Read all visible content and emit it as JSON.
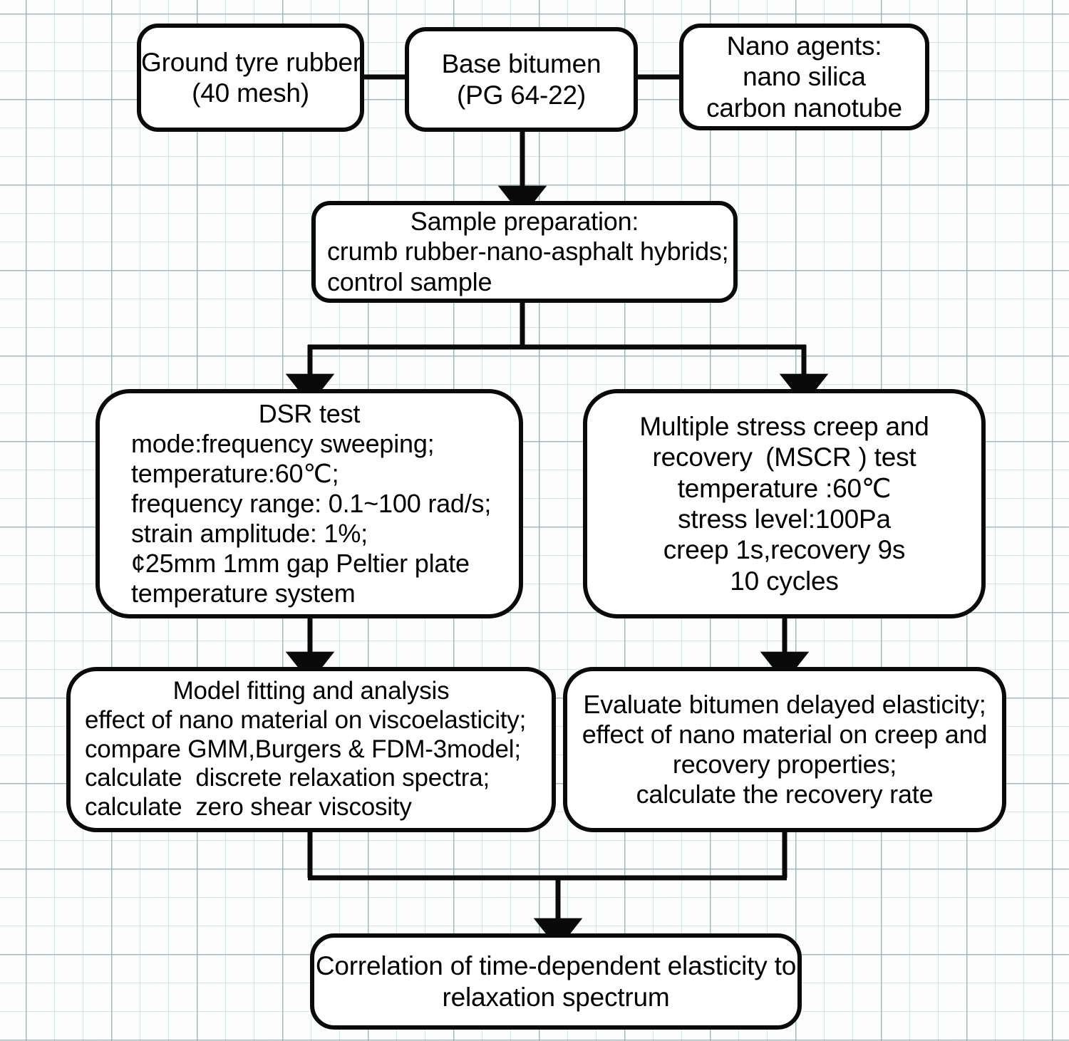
{
  "diagram": {
    "title": "Experimental flowchart: crumb rubber-nano-asphalt hybrid characterisation",
    "background": {
      "grid_minor_color": "#c4dcd8",
      "grid_major_color": "#8eaaaa",
      "paper_color": "#fdfdfd"
    },
    "stroke_color": "#0a0a0a",
    "nodes": {
      "ground_tyre_rubber": {
        "lines": [
          "Ground tyre rubber",
          "(40 mesh)"
        ]
      },
      "base_bitumen": {
        "lines": [
          "Base bitumen",
          "(PG 64-22)"
        ]
      },
      "nano_agents": {
        "lines": [
          "Nano agents:",
          "nano silica",
          "carbon nanotube"
        ]
      },
      "sample_preparation": {
        "title": "Sample preparation:",
        "lines": [
          "crumb rubber-nano-asphalt hybrids;",
          "control sample"
        ]
      },
      "dsr_test": {
        "title": "DSR test",
        "lines": [
          "mode:frequency sweeping;",
          "temperature:60℃;",
          "frequency range: 0.1~100 rad/s;",
          "strain amplitude: 1%;",
          "¢25mm 1mm gap Peltier plate",
          "temperature system"
        ]
      },
      "mscr_test": {
        "lines": [
          "Multiple stress creep and",
          "recovery (MSCR ) test",
          "temperature :60℃",
          "stress level:100Pa",
          "creep 1s,recovery 9s",
          "10 cycles"
        ]
      },
      "model_fitting": {
        "title": "Model fitting and analysis",
        "lines": [
          "effect of nano material on viscoelasticity;",
          "compare GMM,Burgers & FDM-3model;",
          "calculate  discrete relaxation spectra;",
          "calculate  zero shear viscosity"
        ]
      },
      "evaluate_bitumen": {
        "lines": [
          "Evaluate bitumen delayed elasticity;",
          "effect of nano material on creep and",
          "recovery properties;",
          "calculate the recovery rate"
        ]
      },
      "correlation": {
        "lines": [
          "Correlation of time-dependent elasticity to",
          "relaxation spectrum"
        ]
      }
    }
  }
}
